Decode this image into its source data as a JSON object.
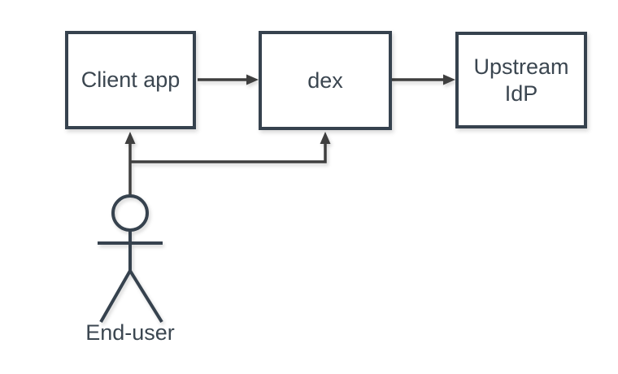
{
  "diagram": {
    "type": "flow-diagram",
    "nodes": [
      {
        "id": "client-app",
        "label": "Client app"
      },
      {
        "id": "dex",
        "label": "dex"
      },
      {
        "id": "upstream-idp",
        "label": "Upstream IdP"
      }
    ],
    "actor": {
      "id": "end-user",
      "label": "End-user",
      "icon": "stick-figure-icon"
    },
    "edges": [
      {
        "from": "client-app",
        "to": "dex"
      },
      {
        "from": "dex",
        "to": "upstream-idp"
      },
      {
        "from": "end-user",
        "to": "client-app"
      },
      {
        "from": "end-user",
        "to": "dex"
      }
    ],
    "colors": {
      "node_border": "#36424e",
      "node_fill": "#ffffff",
      "edge_stroke": "#3f3f3f",
      "text": "#3b4650",
      "background": "#ffffff"
    }
  }
}
